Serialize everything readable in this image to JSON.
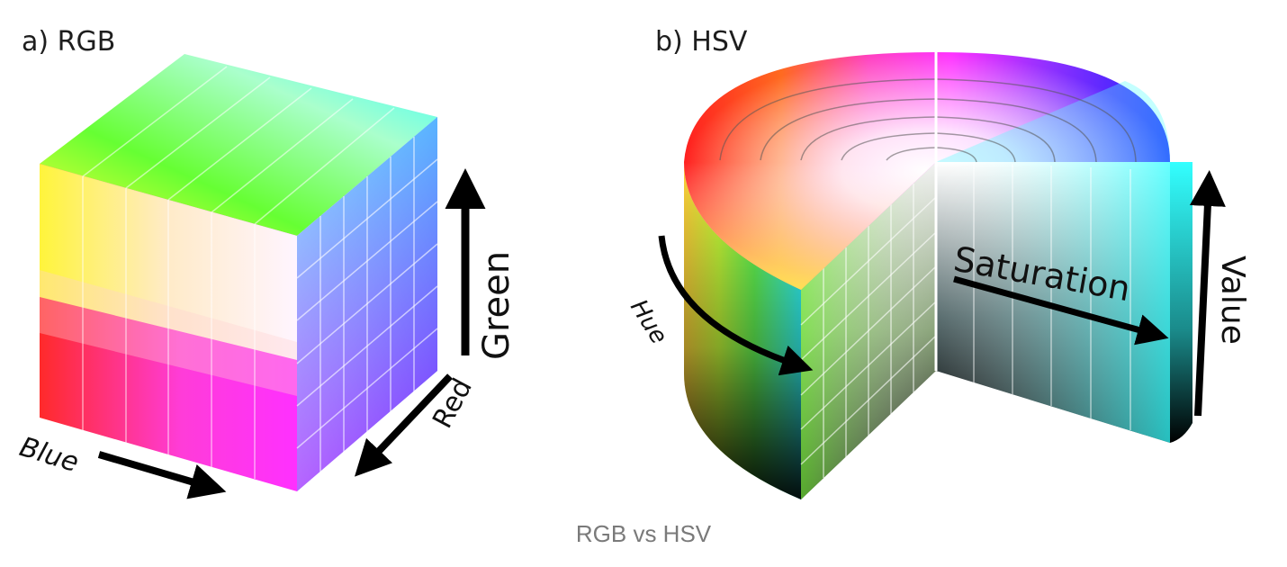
{
  "panels": {
    "rgb": {
      "title": "a) RGB",
      "axes": {
        "green": "Green",
        "red": "Red",
        "blue": "Blue"
      }
    },
    "hsv": {
      "title": "b) HSV",
      "axes": {
        "hue": "Hue",
        "saturation": "Saturation",
        "value": "Value"
      }
    }
  },
  "caption": "RGB vs HSV",
  "colors": {
    "red": "#ff1a1a",
    "yellow": "#ffff33",
    "green": "#33ff33",
    "cyan": "#33ffff",
    "blue": "#1a1aff",
    "magenta": "#ff33ff",
    "white": "#ffffff",
    "black": "#000000",
    "caption_text": "#7a7a7a"
  }
}
